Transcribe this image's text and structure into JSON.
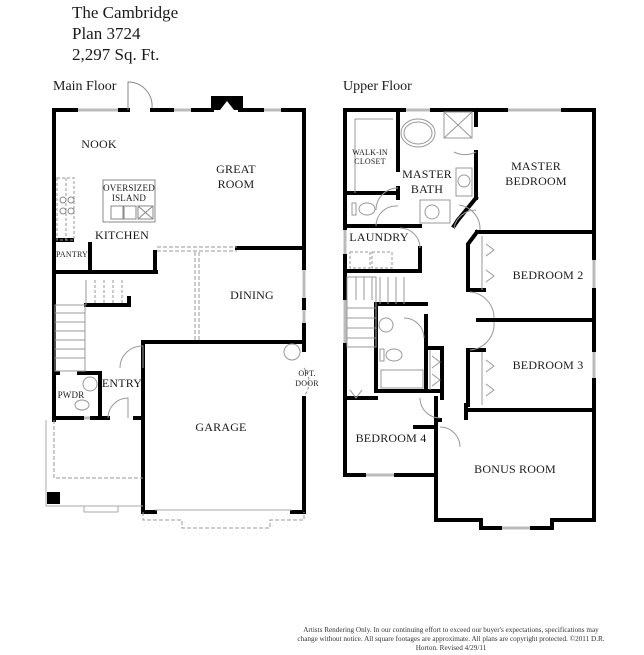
{
  "header": {
    "title": "The Cambridge",
    "plan": "Plan 3724",
    "sqft": "2,297 Sq. Ft."
  },
  "floors": {
    "main": {
      "label": "Main Floor",
      "rooms": {
        "nook": "NOOK",
        "great_room_1": "GREAT",
        "great_room_2": "ROOM",
        "island_1": "OVERSIZED",
        "island_2": "ISLAND",
        "kitchen": "KITCHEN",
        "pantry": "PANTRY",
        "dining": "DINING",
        "entry": "ENTRY",
        "pwdr": "PWDR",
        "garage": "GARAGE",
        "opt_door_1": "OPT.",
        "opt_door_2": "DOOR"
      }
    },
    "upper": {
      "label": "Upper Floor",
      "rooms": {
        "walkin_1": "WALK-IN",
        "walkin_2": "CLOSET",
        "master_bath_1": "MASTER",
        "master_bath_2": "BATH",
        "master_bed_1": "MASTER",
        "master_bed_2": "BEDROOM",
        "laundry": "LAUNDRY",
        "bedroom2": "BEDROOM 2",
        "bedroom3": "BEDROOM 3",
        "bedroom4": "BEDROOM 4",
        "bonus": "BONUS ROOM"
      }
    }
  },
  "disclaimer": "Artists Rendering Only. In our continuing effort to exceed our buyer's expectations, specifications may change without notice.  All square footages are approximate. All plans are copyright protected. ©2011 D.R. Horton. Revised 4/29/11",
  "colors": {
    "wall": "#000000",
    "fixture": "#9a9a9a",
    "window": "#c8c8c8"
  }
}
